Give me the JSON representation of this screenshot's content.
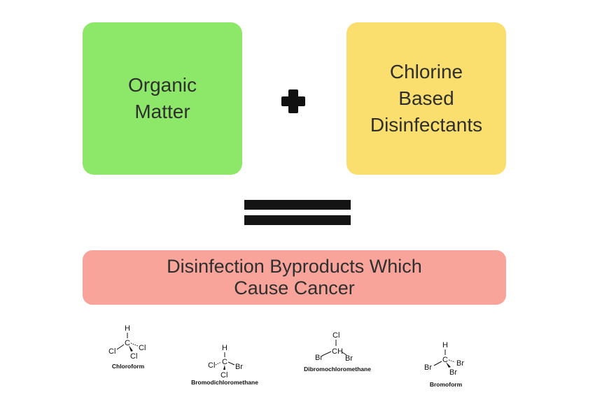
{
  "boxes": {
    "organic": {
      "line1": "Organic",
      "line2": "Matter",
      "color": "#8de86a"
    },
    "chlorine": {
      "line1": "Chlorine",
      "line2": "Based",
      "line3": "Disinfectants",
      "color": "#fade6e"
    },
    "result": {
      "line1": "Disinfection Byproducts Which",
      "line2": "Cause Cancer",
      "color": "#f8a49a"
    }
  },
  "operators": {
    "plus": "plus-icon",
    "equals": "equals-icon"
  },
  "molecules": [
    {
      "name": "Chloroform",
      "top": "H",
      "center": "C",
      "left": "Cl",
      "right": "Cl",
      "bottom": "Cl"
    },
    {
      "name": "Bromodichloromethane",
      "top": "H",
      "center": "C",
      "left": "Cl",
      "right": "Br",
      "bottom": "Cl"
    },
    {
      "name": "Dibromochloromethane",
      "top": "Cl",
      "center": "CH",
      "left": "Br",
      "right": "Br"
    },
    {
      "name": "Bromoform",
      "top": "H",
      "center": "C",
      "left": "Br",
      "right": "Br",
      "bottom": "Br"
    }
  ]
}
